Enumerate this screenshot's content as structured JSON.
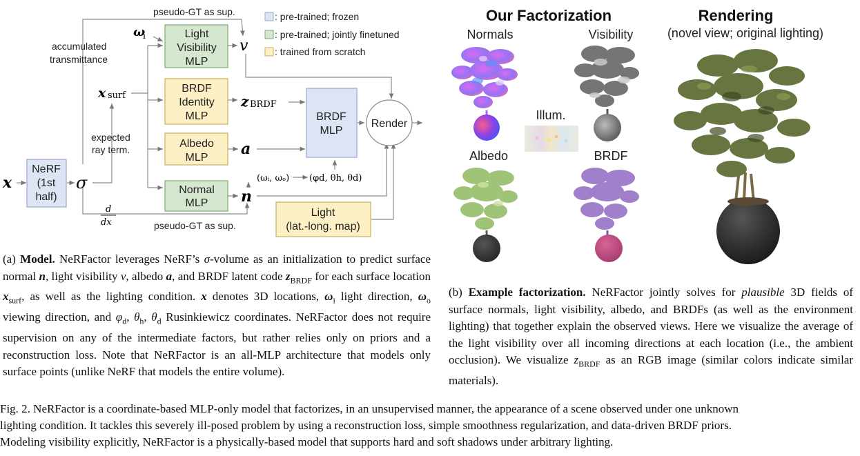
{
  "diagram": {
    "pseudo_gt_top": "pseudo-GT as sup.",
    "pseudo_gt_bottom": "pseudo-GT as sup.",
    "accumulated_line1": "accumulated",
    "accumulated_line2": "transmittance",
    "expected_line1": "expected",
    "expected_line2": "ray term.",
    "input_x": "x",
    "nerf_line1": "NeRF",
    "nerf_line2": "(1st",
    "nerf_line3": "half)",
    "sigma": "σ",
    "x_surf": "x",
    "x_surf_sub": "surf",
    "omega_i": "ω",
    "omega_i_sub": "i",
    "deriv_num": "d",
    "deriv_den": "dx",
    "lv_line1": "Light",
    "lv_line2": "Visibility",
    "lv_line3": "MLP",
    "bid_line1": "BRDF",
    "bid_line2": "Identity",
    "bid_line3": "MLP",
    "alb_line1": "Albedo",
    "alb_line2": "MLP",
    "nrm_line1": "Normal",
    "nrm_line2": "MLP",
    "out_v": "v",
    "out_z": "z",
    "out_z_sub": "BRDF",
    "out_a": "a",
    "out_n": "n",
    "brdf_line1": "BRDF",
    "brdf_line2": "MLP",
    "render": "Render",
    "wiwo": "(ωᵢ, ωₒ)",
    "rusink": "(φd, θh, θd)",
    "light_line1": "Light",
    "light_line2": "(lat.-long. map)",
    "legend_frozen": ": pre-trained; frozen",
    "legend_finetuned": ": pre-trained; jointly finetuned",
    "legend_scratch": ": trained from scratch",
    "colors": {
      "frozen": "#dde5f4",
      "finetuned": "#d5e8cf",
      "scratch": "#fdf0c4",
      "frozen_border": "#9aa7c8",
      "finetuned_border": "#7fa872",
      "scratch_border": "#c9ad62"
    }
  },
  "right": {
    "factor_title": "Our Factorization",
    "render_title": "Rendering",
    "render_subtitle": "(novel view; original lighting)",
    "normals": "Normals",
    "visibility": "Visibility",
    "illum": "Illum.",
    "albedo": "Albedo",
    "brdf": "BRDF"
  },
  "caption_a": {
    "lead": "(a) ",
    "bold": "Model.",
    "t1": " NeRFactor leverages NeRF’s ",
    "sigma": "σ",
    "t2": "-volume as an initialization to predict surface normal ",
    "n": "n",
    "t3": ", light visibility ",
    "v": "v",
    "t4": ", albedo ",
    "a": "a",
    "t5": ", and BRDF latent code ",
    "z": "z",
    "z_sub": "BRDF",
    "t6": " for each surface location ",
    "x": "x",
    "x_sub": "surf",
    "t7": ", as well as the lighting condition. ",
    "x2": "x",
    "t8": " denotes 3D locations, ",
    "wi": "ω",
    "wi_sub": "i",
    "t9": " light direction, ",
    "wo": "ω",
    "wo_sub": "o",
    "t10": " viewing direction, and ",
    "phd": "φ",
    "phd_sub": "d",
    "c1": ", ",
    "thh": "θ",
    "thh_sub": "h",
    "c2": ", ",
    "thd": "θ",
    "thd_sub": "d",
    "t11": " Rusinkiewicz coordinates. NeRFactor does not require supervision on any of the intermediate factors, but rather relies only on priors and a reconstruction loss. Note that NeRFactor is an all-MLP architecture that models only surface points (unlike NeRF that models the entire volume)."
  },
  "caption_b": {
    "lead": "(b) ",
    "bold": "Example factorization.",
    "t1": " NeRFactor jointly solves for ",
    "ital": "plausible",
    "t2": " 3D fields of surface normals, light visibility, albedo, and BRDFs (as well as the environment lighting) that together explain the observed views. Here we visualize the average of the light visibility over all incoming directions at each location (i.e., the ambient occlusion). We visualize ",
    "z": "z",
    "z_sub": "BRDF",
    "t3": " as an RGB image (similar colors indicate similar materials)."
  },
  "figcaption": {
    "line1": "Fig. 2.  NeRFactor is a coordinate-based MLP-only model that factorizes, in an unsupervised manner, the appearance of a scene observed under one unknown",
    "line2": "lighting condition. It tackles this severely ill-posed problem by using a reconstruction loss, simple smoothness regularization, and data-driven BRDF priors.",
    "line3": "Modeling visibility explicitly, NeRFactor is a physically-based model that supports hard and soft shadows under arbitrary lighting."
  }
}
